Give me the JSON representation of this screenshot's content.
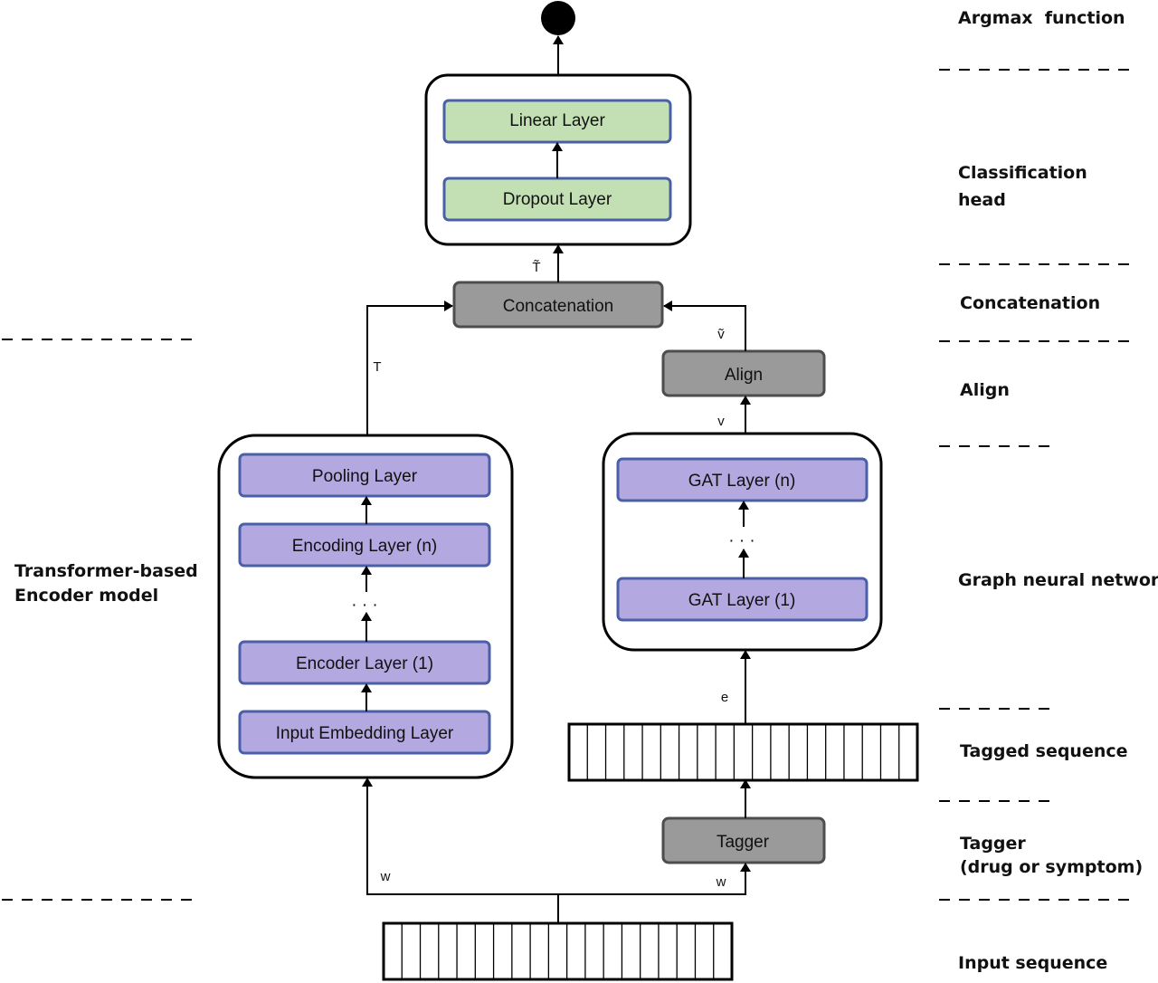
{
  "diagram": {
    "output_node": "filled-circle",
    "blocks": {
      "linear_layer": "Linear Layer",
      "dropout_layer": "Dropout Layer",
      "concatenation": "Concatenation",
      "align": "Align",
      "pooling_layer": "Pooling Layer",
      "encoding_layer_n": "Encoding Layer (n)",
      "encoder_layer_1": "Encoder Layer (1)",
      "input_embedding_layer": "Input Embedding Layer",
      "gat_layer_n": "GAT Layer (n)",
      "gat_layer_1": "GAT Layer (1)",
      "tagger": "Tagger"
    },
    "ellipsis": "· · ·",
    "symbols": {
      "t_tilde": "T̃",
      "t": "T",
      "v_tilde": "ṽ",
      "v": "v",
      "e": "e",
      "w_left": "w",
      "w_right": "w"
    },
    "side_labels": {
      "argmax": "Argmax  function",
      "classification_1": "Classification",
      "classification_2": "head",
      "concatenation": "Concatenation",
      "align": "Align",
      "graph_nn": "Graph neural network",
      "tagged_sequence": "Tagged sequence",
      "tagger_1": "Tagger",
      "tagger_2": "(drug or symptom)",
      "input_sequence": "Input sequence",
      "transformer_1": "Transformer-based",
      "transformer_2": "Encoder model"
    },
    "colors": {
      "green_fill": "#c3e0b4",
      "purple_fill": "#b3a8e0",
      "gray_fill": "#9a9a9a",
      "block_border": "#4a5fa8"
    }
  }
}
